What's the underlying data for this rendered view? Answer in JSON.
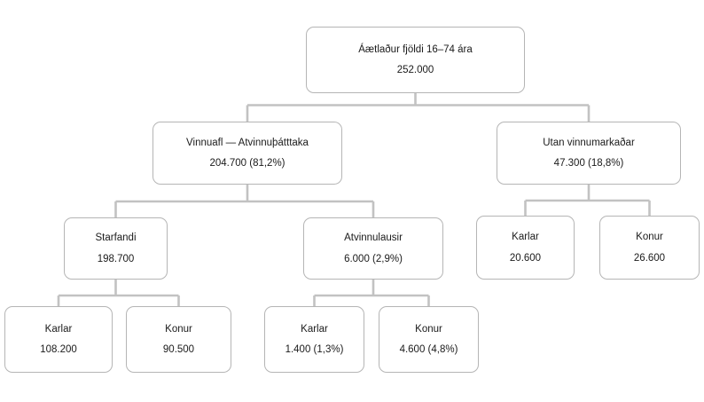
{
  "diagram": {
    "type": "organizational-tree",
    "line_color": "#c2c2c2",
    "box_border_color": "#b5b5b5",
    "box_fill_color": "#ffffff",
    "text_color": "#1a1a1a",
    "background": "#ffffff"
  },
  "nodes": {
    "root": {
      "label": "Áætlaður fjöldi 16–74 ára",
      "value": "252.000"
    },
    "labour_force": {
      "label": "Vinnuafl — Atvinnuþátttaka",
      "value": "204.700 (81,2%)"
    },
    "outside_labour_market": {
      "label": "Utan vinnumarkaðar",
      "value": "47.300 (18,8%)"
    },
    "employed": {
      "label": "Starfandi",
      "value": "198.700"
    },
    "unemployed": {
      "label": "Atvinnulausir",
      "value": "6.000 (2,9%)"
    },
    "outside_men": {
      "label": "Karlar",
      "value": "20.600"
    },
    "outside_women": {
      "label": "Konur",
      "value": "26.600"
    },
    "employed_men": {
      "label": "Karlar",
      "value": "108.200"
    },
    "employed_women": {
      "label": "Konur",
      "value": "90.500"
    },
    "unemployed_men": {
      "label": "Karlar",
      "value": "1.400 (1,3%)"
    },
    "unemployed_women": {
      "label": "Konur",
      "value": "4.600 (4,8%)"
    }
  }
}
